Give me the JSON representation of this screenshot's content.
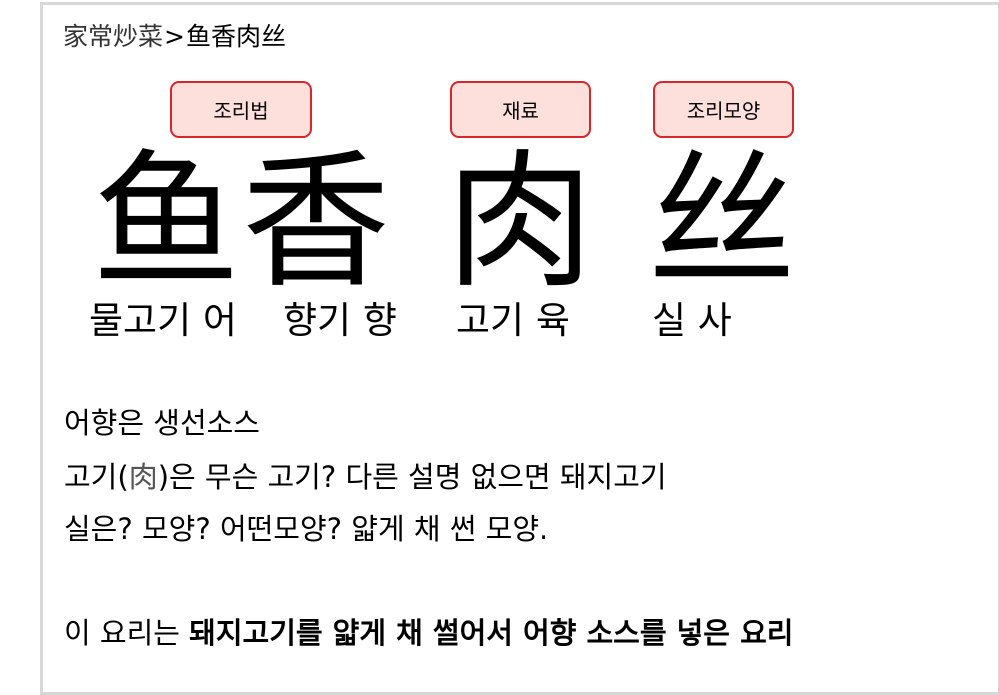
{
  "breadcrumb": {
    "parent": "家常炒菜",
    "separator": ">",
    "current": "鱼香肉丝"
  },
  "badges": [
    {
      "label": "조리법"
    },
    {
      "label": "재료"
    },
    {
      "label": "조리모양"
    }
  ],
  "characters": [
    {
      "hanzi": "鱼",
      "reading": "물고기 어"
    },
    {
      "hanzi": "香",
      "reading": "향기 향"
    },
    {
      "hanzi": "肉",
      "reading": "고기 육"
    },
    {
      "hanzi": "丝",
      "reading": "실 사"
    }
  ],
  "notes": {
    "line1": "어향은 생선소스",
    "line2_pre": "고기(",
    "line2_hanja": "肉",
    "line2_post": ")은 무슨 고기? 다른 설명 없으면 돼지고기",
    "line3": "실은? 모양? 어떤모양? 얇게 채 썬 모양.",
    "line4_pre": "이 요리는 ",
    "line4_bold": "돼지고기를 얇게 채 썰어서 어향 소스를 넣은 요리"
  },
  "colors": {
    "badge_border": "#d9262a",
    "badge_fill": "#fde0db",
    "frame_border": "#d8d8d8"
  }
}
